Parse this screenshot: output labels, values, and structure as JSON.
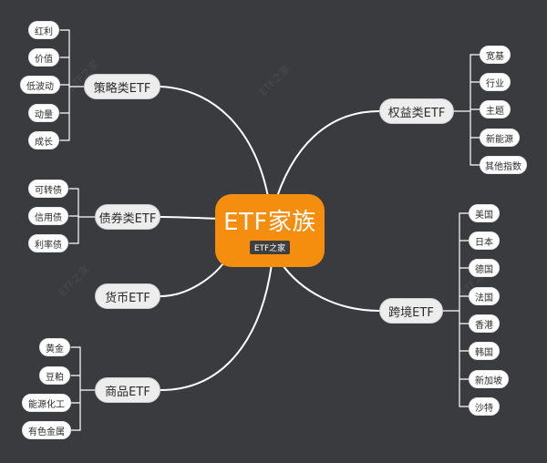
{
  "center": {
    "title": "ETF家族",
    "tag": "ETF之家"
  },
  "watermark": "ETF之家",
  "branches": {
    "strategy": {
      "label": "策略类ETF",
      "items": [
        "红利",
        "价值",
        "低波动",
        "动量",
        "成长"
      ]
    },
    "bond": {
      "label": "债券类ETF",
      "items": [
        "可转债",
        "信用债",
        "利率债"
      ]
    },
    "money": {
      "label": "货币ETF",
      "items": []
    },
    "commodity": {
      "label": "商品ETF",
      "items": [
        "黄金",
        "豆粕",
        "能源化工",
        "有色金属"
      ]
    },
    "equity": {
      "label": "权益类ETF",
      "items": [
        "宽基",
        "行业",
        "主题",
        "新能源",
        "其他指数"
      ]
    },
    "cross": {
      "label": "跨境ETF",
      "items": [
        "美国",
        "日本",
        "德国",
        "法国",
        "香港",
        "韩国",
        "新加坡",
        "沙特"
      ]
    }
  },
  "colors": {
    "background": "#3a3b3e",
    "center": "#f58d0e",
    "line": "#ffffff"
  }
}
